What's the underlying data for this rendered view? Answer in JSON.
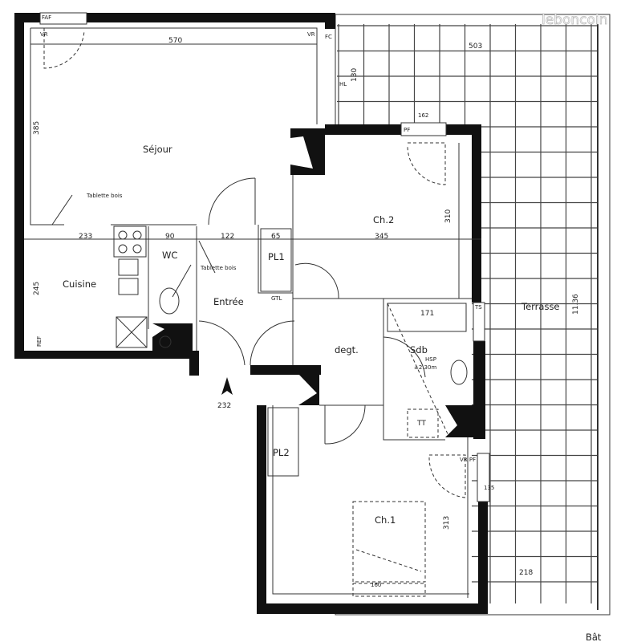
{
  "watermark": "leboncoin",
  "rooms": {
    "sejour": "Séjour",
    "cuisine": "Cuisine",
    "wc": "WC",
    "entree": "Entrée",
    "pl1": "PL1",
    "gtl": "GTL",
    "degt": "degt.",
    "ch2": "Ch.2",
    "sdb": "Sdb",
    "terrasse": "Terrasse",
    "pl2": "PL2",
    "ch1": "Ch.1",
    "tt": "TT"
  },
  "annotations": {
    "tablette_bois_1": "Tablette bois",
    "tablette_bois_2": "Tablette bois",
    "hsp_1": "HSP",
    "hsp_2": "±2.30m",
    "faf": "FAF",
    "vr_1": "VR",
    "vr_2": "VR",
    "fc": "FC",
    "pf_1": "PF",
    "vr_pf": "VR PF",
    "hl": "HL",
    "ts": "TS",
    "ref": "REF",
    "north_value": "232",
    "building_partial": "Bât"
  },
  "dimensions": {
    "d570": "570",
    "d385": "385",
    "d233": "233",
    "d90": "90",
    "d122": "122",
    "d65": "65",
    "d245": "245",
    "d345": "345",
    "d310": "310",
    "d503": "503",
    "d130": "130",
    "d162": "162",
    "d171": "171",
    "d1136": "11.36",
    "d135": "135",
    "d313": "313",
    "d218": "218",
    "d160": "160"
  },
  "colors": {
    "wall": "#111111",
    "line": "#333333",
    "background": "#ffffff"
  }
}
